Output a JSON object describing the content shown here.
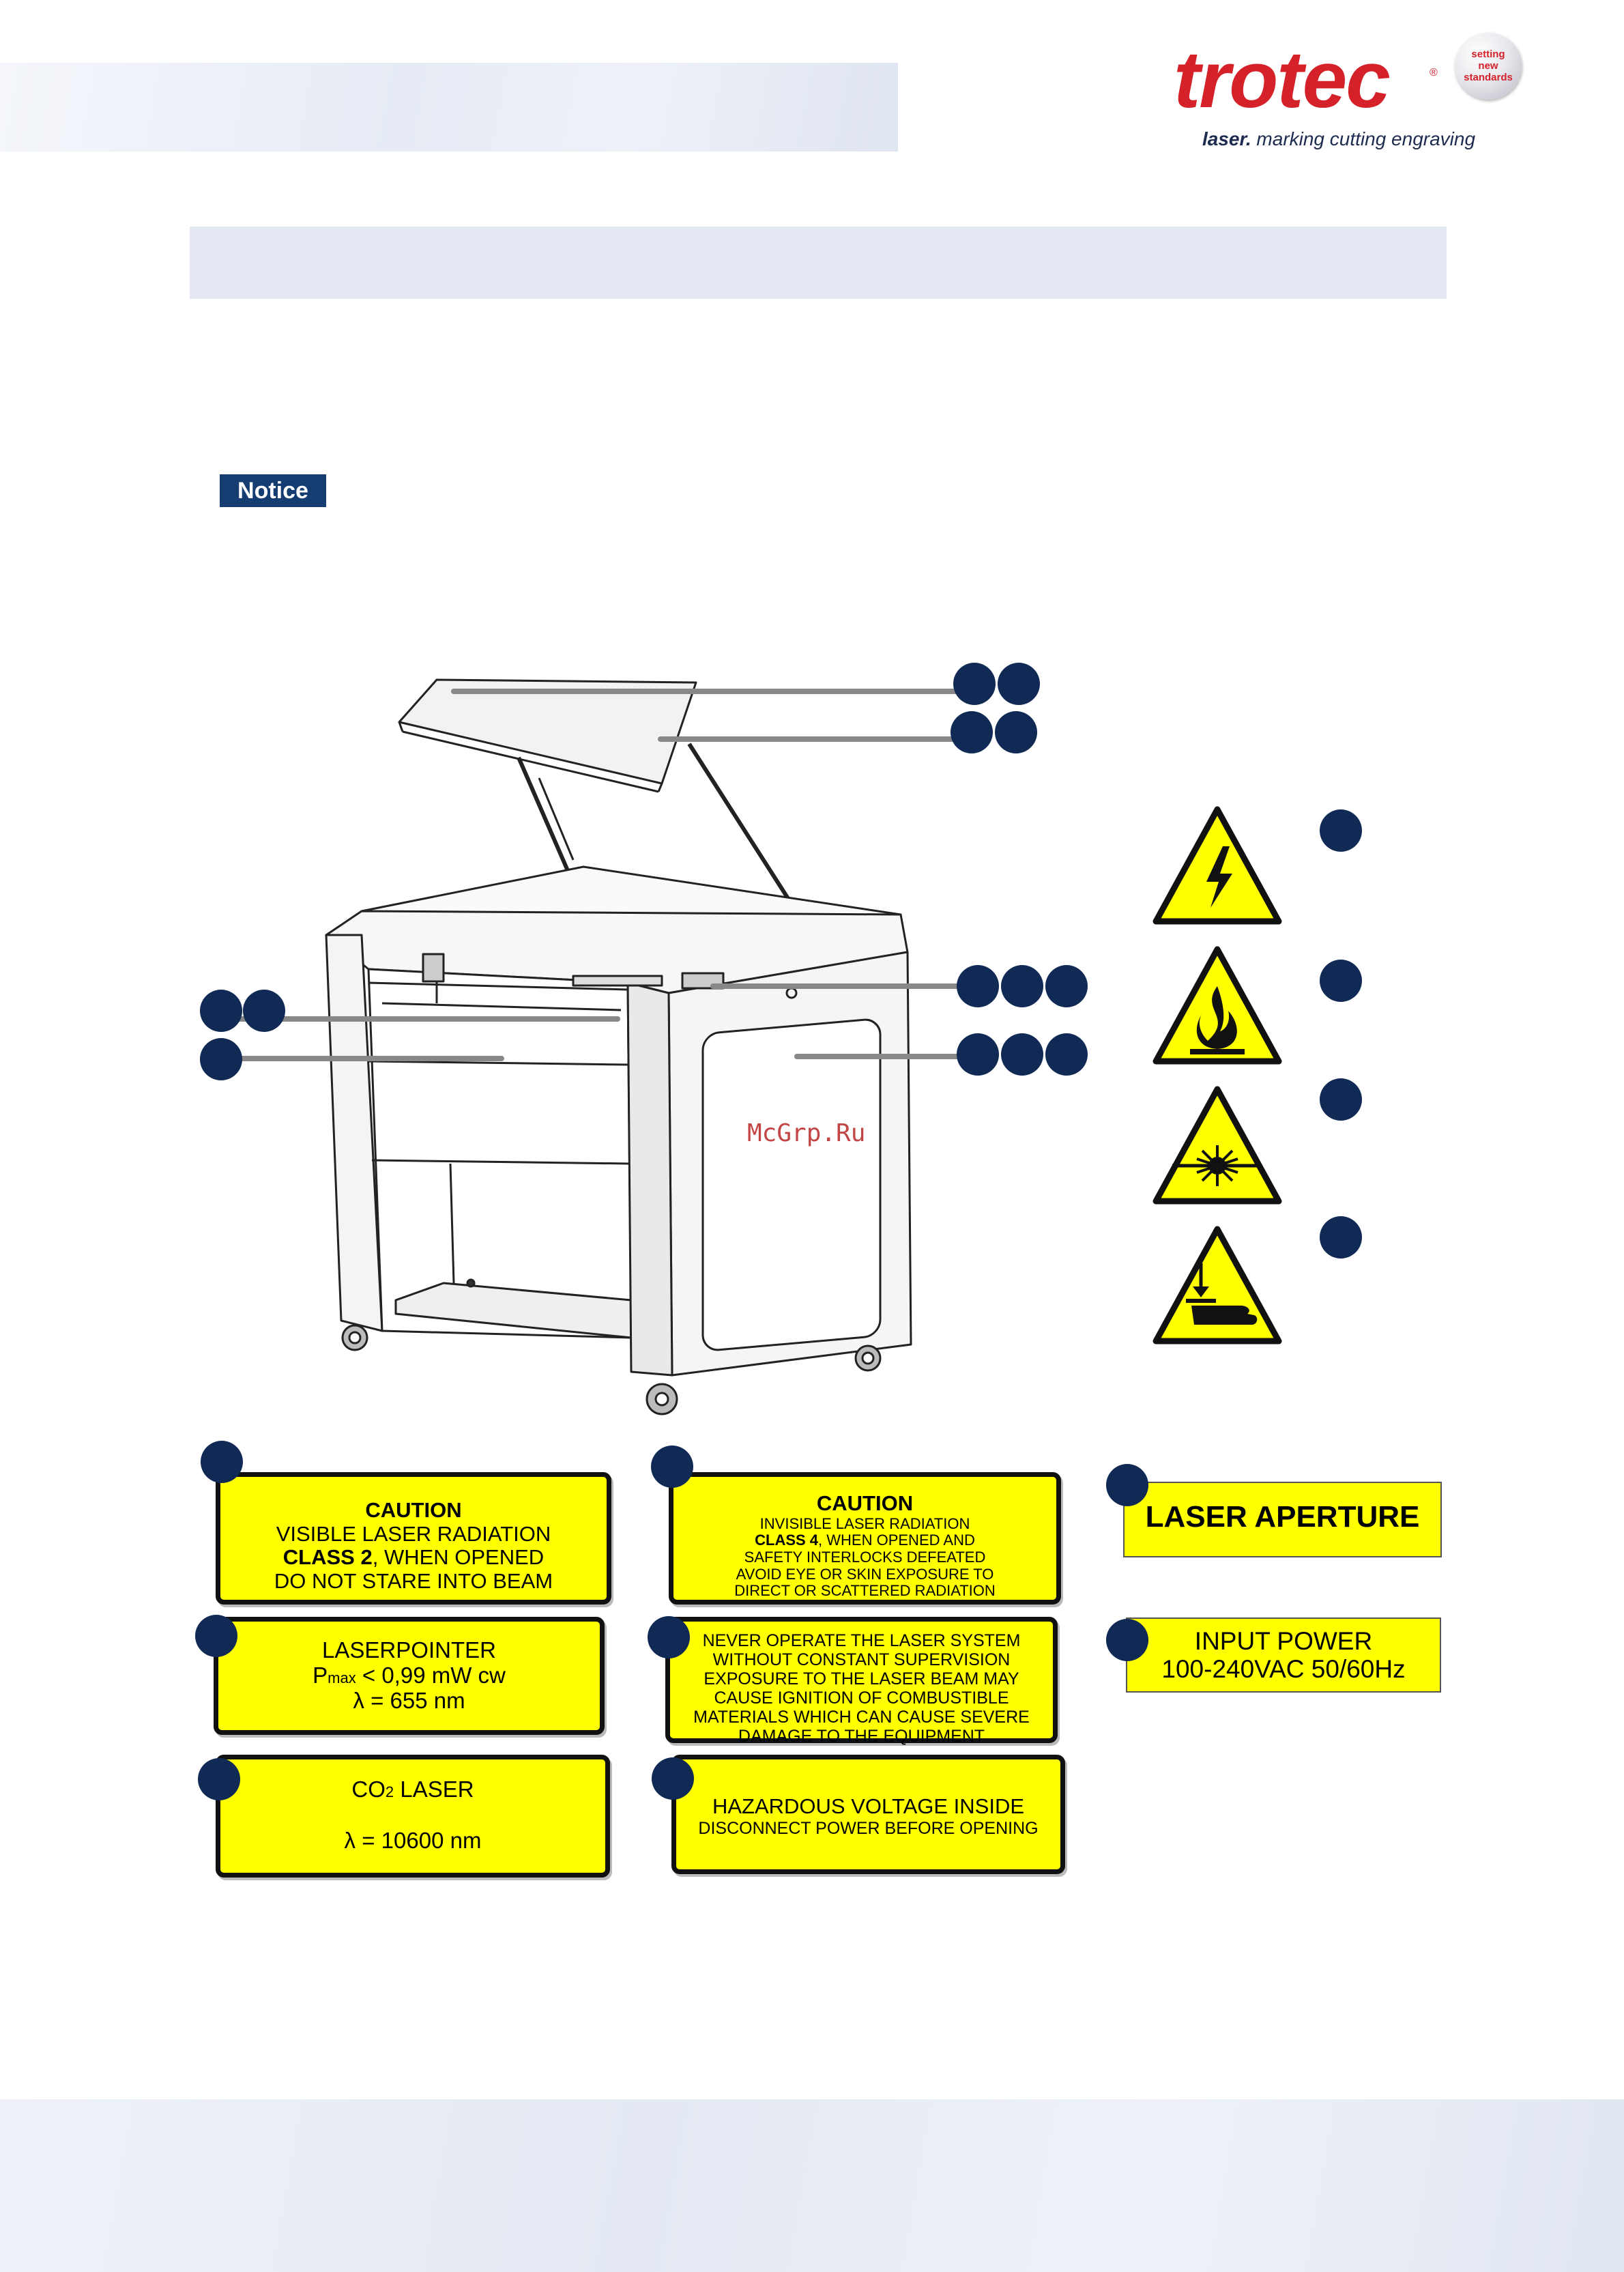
{
  "header": {
    "logo_text": "trotec",
    "logo_registered": "®",
    "logo_tagline_bold": "laser.",
    "logo_tagline_rest": " marking cutting engraving",
    "seal_lines": [
      "setting",
      "new",
      "standards"
    ],
    "brand_color": "#d4212a"
  },
  "notice_label": "Notice",
  "watermark": "McGrp.Ru",
  "colors": {
    "dot": "#102a55",
    "label_yellow": "#ffff00",
    "notice_bg": "#163d72"
  },
  "warning_icons": [
    "electric-hazard-icon",
    "flammable-hazard-icon",
    "laser-radiation-icon",
    "hand-crush-hazard-icon"
  ],
  "labels": {
    "caution_visible": {
      "title": "CAUTION",
      "line1": "VISIBLE LASER RADIATION",
      "class_bold": "CLASS 2",
      "class_rest": ", WHEN OPENED",
      "line3": "DO NOT STARE INTO BEAM"
    },
    "caution_invisible": {
      "title": "CAUTION",
      "line1": "INVISIBLE LASER RADIATION",
      "class_bold": "CLASS 4",
      "class_rest": ", WHEN OPENED AND",
      "line3": "SAFETY  INTERLOCKS DEFEATED",
      "line4": "AVOID EYE OR SKIN EXPOSURE TO",
      "line5": "DIRECT OR SCATTERED RADIATION"
    },
    "laser_aperture": "LASER APERTURE",
    "laserpointer": {
      "title": "LASERPOINTER",
      "p_main": "P",
      "p_sub": "max",
      "p_rest": " < 0,99 mW cw",
      "lambda": "λ = 655 nm"
    },
    "never_operate": [
      "NEVER OPERATE THE LASER SYSTEM",
      "WITHOUT CONSTANT SUPERVISION",
      "EXPOSURE TO THE LASER BEAM MAY",
      "CAUSE IGNITION OF COMBUSTIBLE",
      "MATERIALS WHICH CAN CAUSE SEVERE",
      "DAMAGE TO THE EQUIPMENT"
    ],
    "input_power": {
      "line1": "INPUT POWER",
      "line2": "100-240VAC 50/60Hz"
    },
    "co2": {
      "title_main": "CO",
      "title_sub": "2",
      "title_rest": " LASER",
      "lambda": "λ = 10600 nm"
    },
    "hazardous": {
      "line1": "HAZARDOUS VOLTAGE INSIDE",
      "line2": "DISCONNECT POWER BEFORE OPENING"
    }
  }
}
